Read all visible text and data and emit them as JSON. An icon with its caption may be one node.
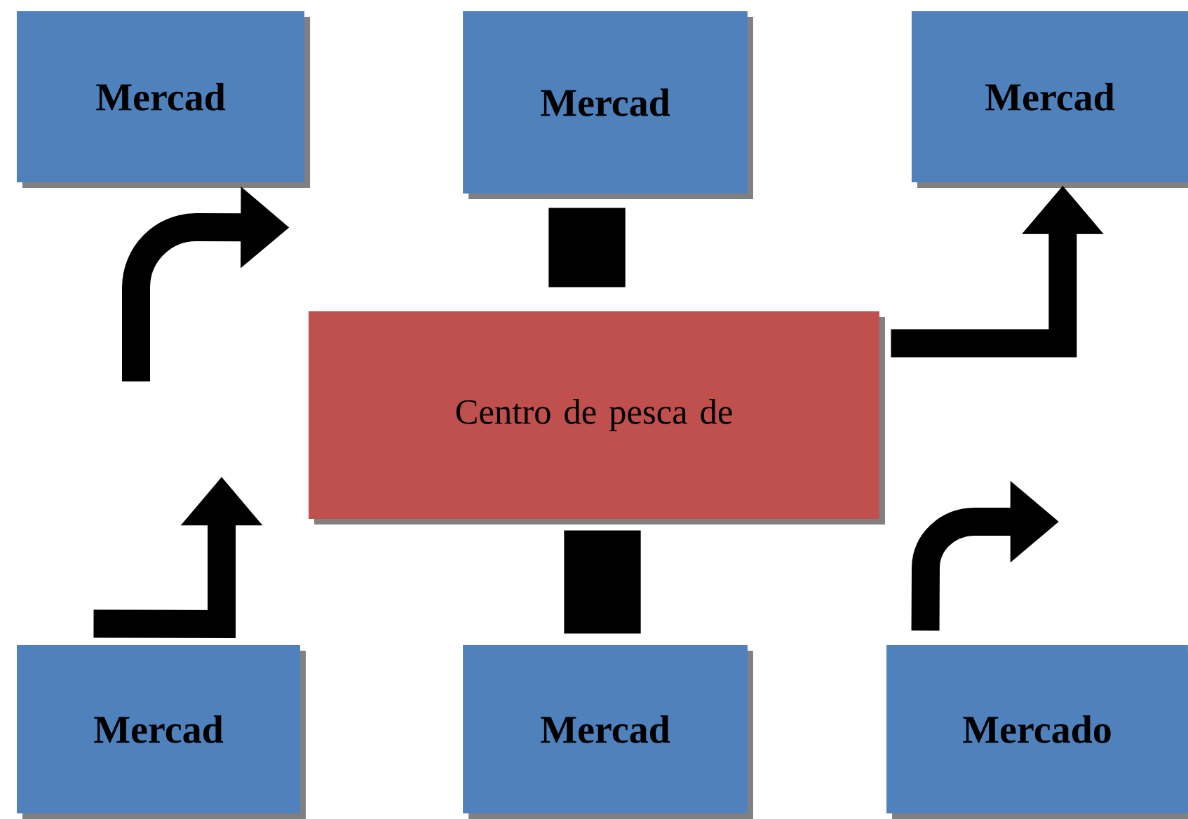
{
  "diagram": {
    "nodes": [
      {
        "text": [
          "Mercad"
        ]
      },
      {
        "text": [
          "Mercad"
        ]
      },
      {
        "text": [
          "Mercad"
        ]
      },
      {
        "text": [
          "Centro de pesca de"
        ]
      },
      {
        "text": [
          "Mercad"
        ]
      },
      {
        "text": [
          "Mercad"
        ]
      },
      {
        "text": [
          "Mercado"
        ]
      }
    ],
    "edges": [
      {
        "from": null,
        "to": 0,
        "arrow": "to"
      },
      {
        "from": 3,
        "to": 2,
        "arrow": "to"
      },
      {
        "from": 4,
        "to": null,
        "arrow": "to"
      },
      {
        "from": 6,
        "to": null,
        "arrow": "to"
      },
      {
        "from": 1,
        "to": 3,
        "arrow": "none",
        "style": "thick"
      },
      {
        "from": 3,
        "to": 5,
        "arrow": "none",
        "style": "thick"
      }
    ]
  }
}
